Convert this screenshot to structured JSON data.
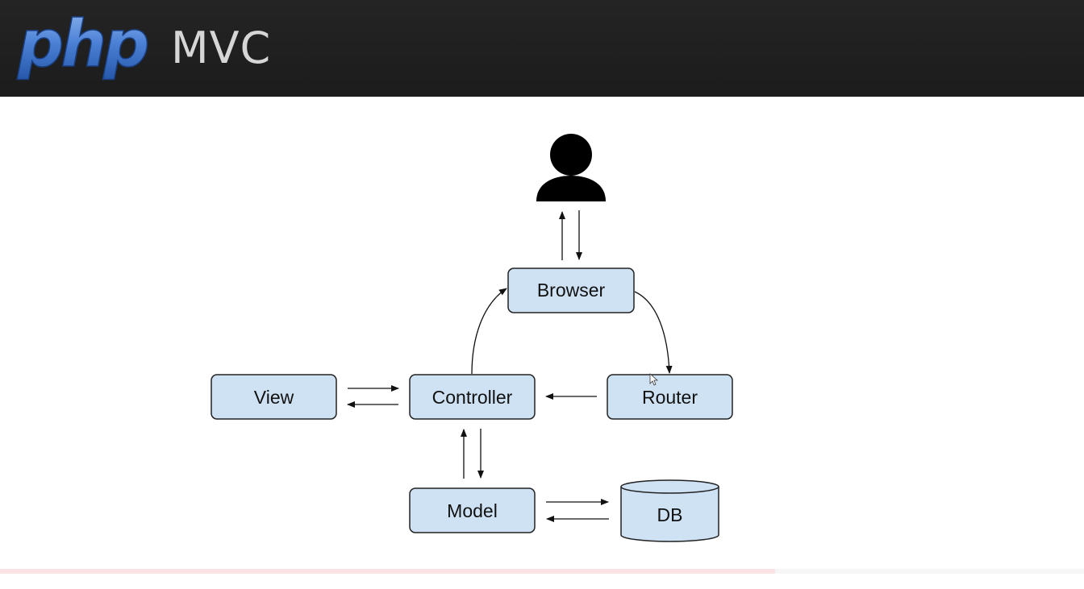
{
  "header": {
    "logo_text": "php",
    "title": "MVC"
  },
  "diagram": {
    "nodes": {
      "browser": "Browser",
      "view": "View",
      "controller": "Controller",
      "router": "Router",
      "model": "Model",
      "db": "DB"
    },
    "icons": {
      "user": "user-icon",
      "cursor": "cursor-icon"
    },
    "colors": {
      "node_fill": "#cfe2f3",
      "node_stroke": "#222222",
      "header_bg": "#222222",
      "logo_blue": "#4a7fd4"
    }
  },
  "player": {
    "progress_fraction": 0.715
  }
}
